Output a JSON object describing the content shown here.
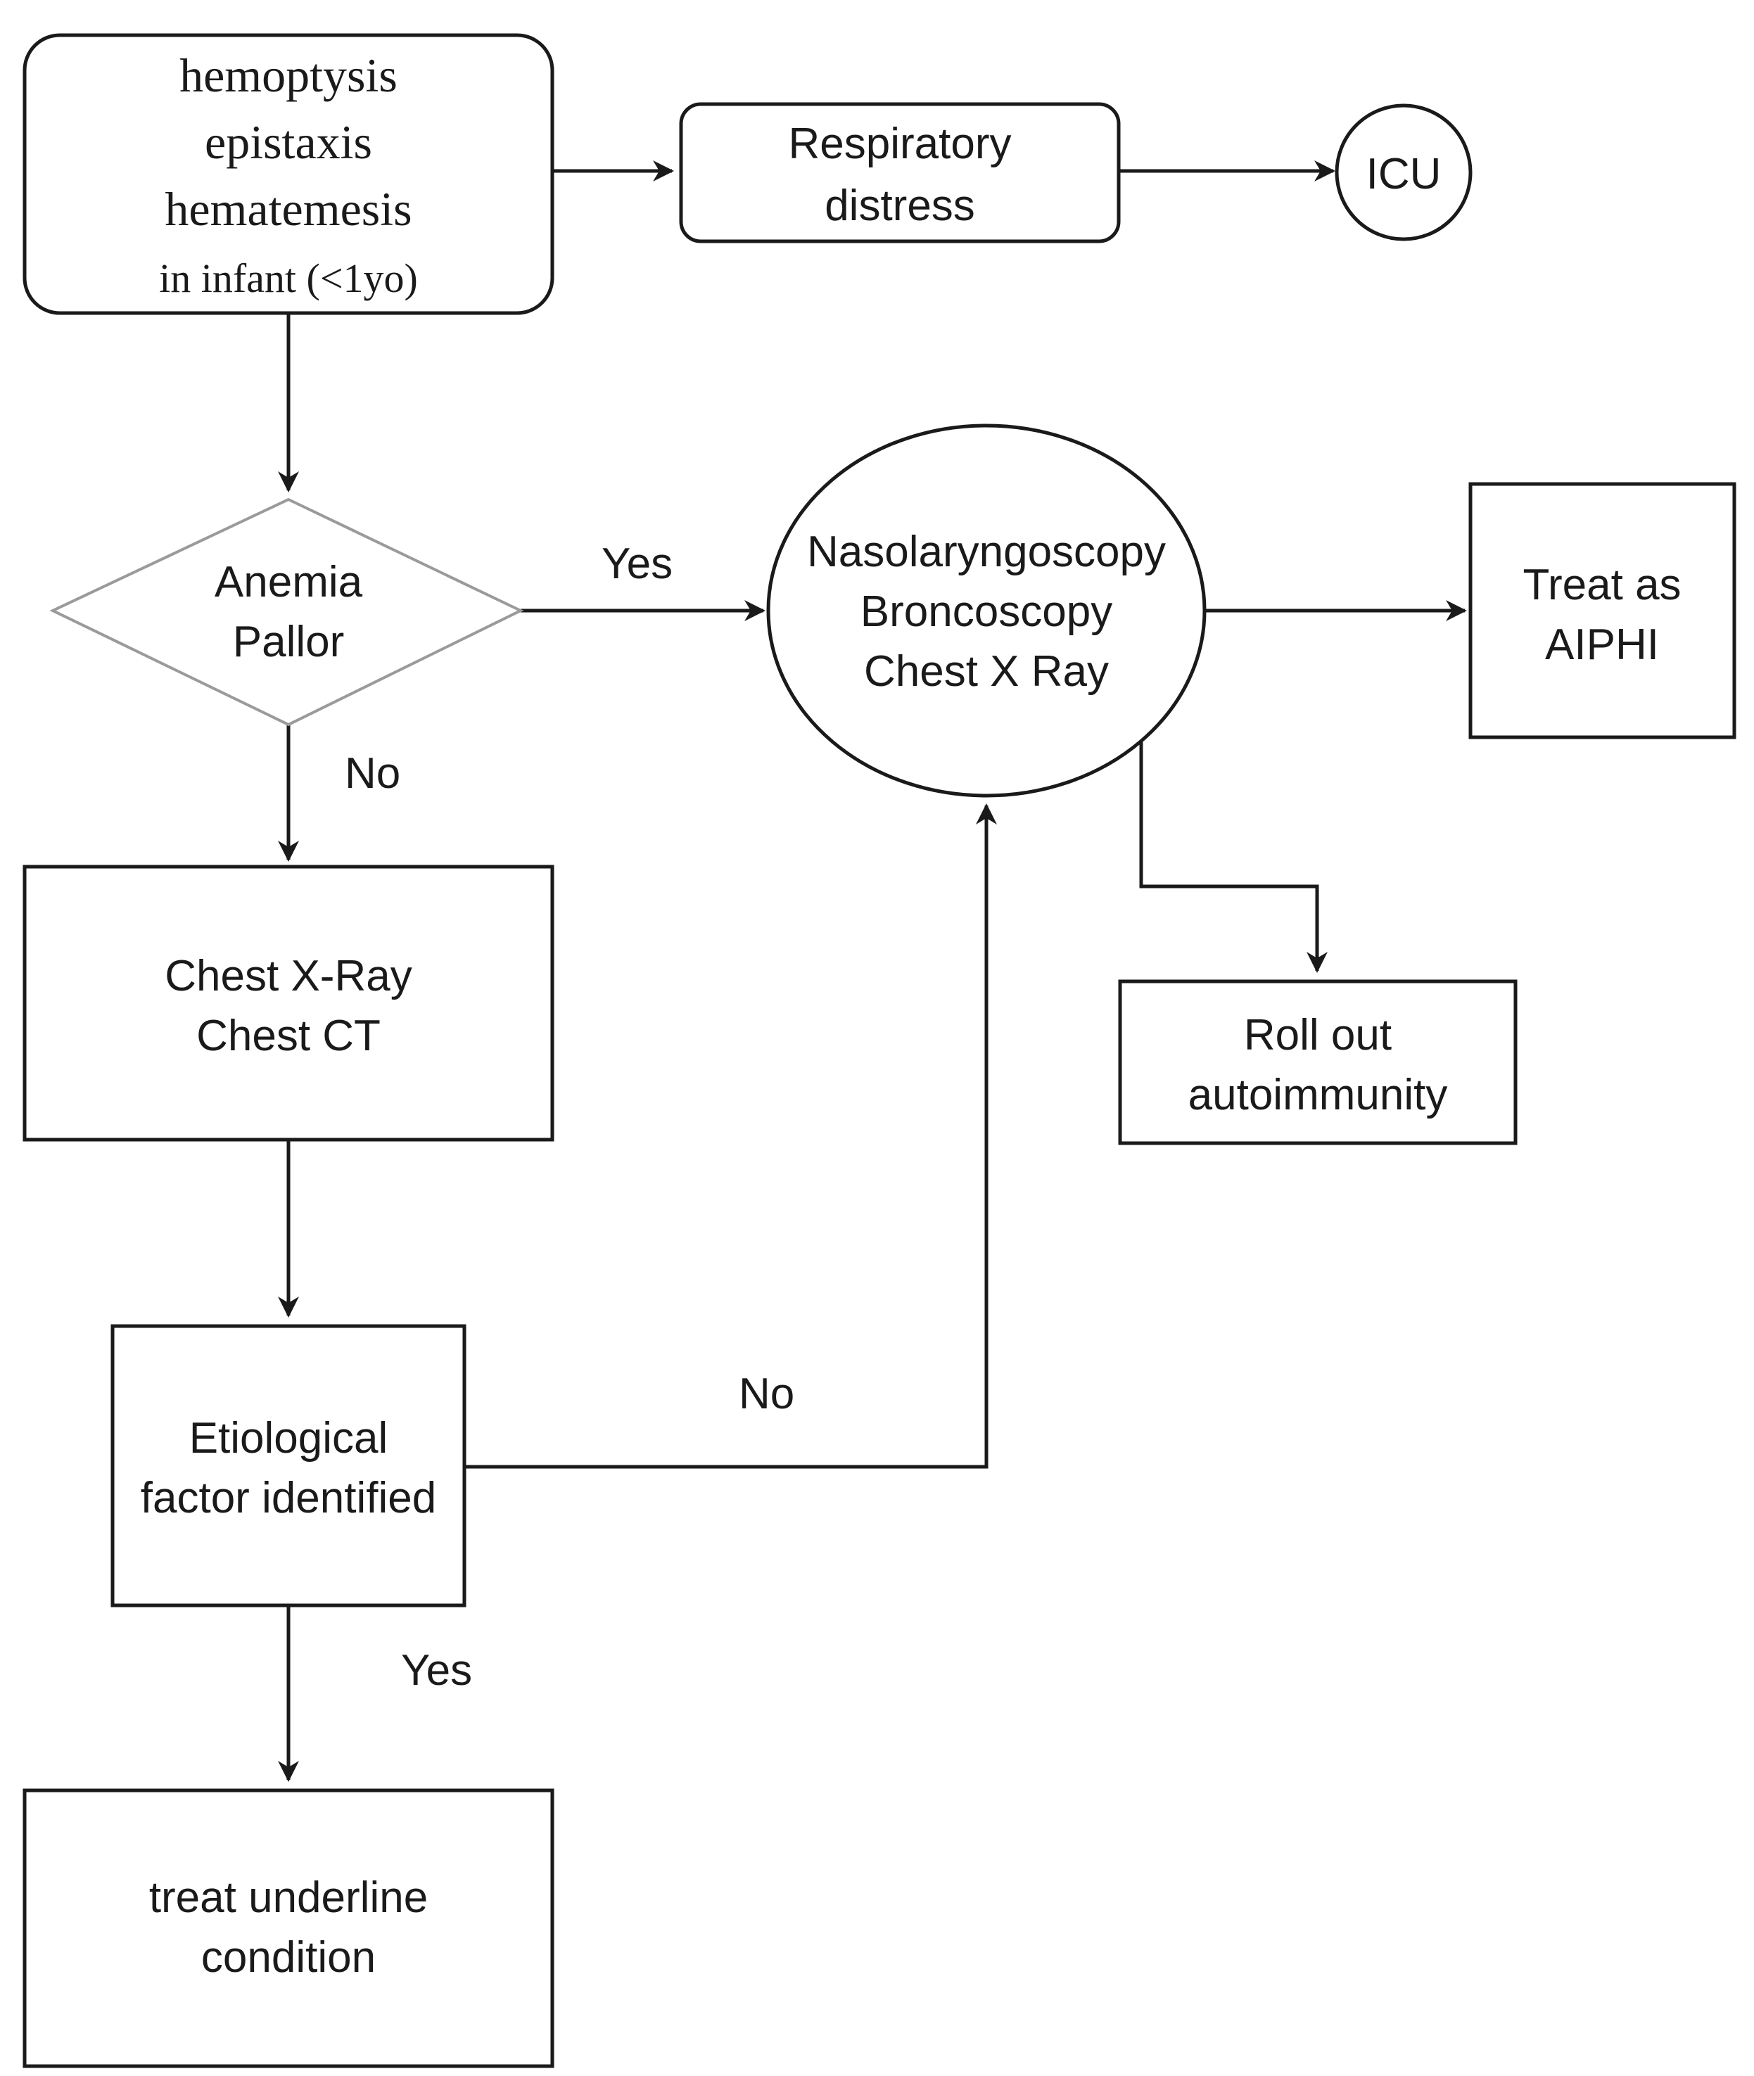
{
  "nodes": {
    "symptoms": {
      "lines": [
        "hemoptysis",
        "epistaxis",
        "hematemesis",
        "in infant (<1yo)"
      ]
    },
    "respiratory": {
      "lines": [
        "Respiratory",
        "distress"
      ]
    },
    "icu": {
      "lines": [
        "ICU"
      ]
    },
    "anemia": {
      "lines": [
        "Anemia",
        "Pallor"
      ]
    },
    "endoscopy": {
      "lines": [
        "Nasolaryngoscopy",
        "Broncoscopy",
        "Chest X Ray"
      ]
    },
    "aiphi": {
      "lines": [
        "Treat as",
        "AIPHI"
      ]
    },
    "imaging": {
      "lines": [
        "Chest X-Ray",
        "Chest CT"
      ]
    },
    "autoimmunity": {
      "lines": [
        "Roll out",
        "autoimmunity"
      ]
    },
    "etiology": {
      "lines": [
        "Etiological",
        "factor identified"
      ]
    },
    "treat": {
      "lines": [
        "treat underline",
        "condition"
      ]
    }
  },
  "edge_labels": {
    "anemia_yes": "Yes",
    "anemia_no": "No",
    "etiology_no": "No",
    "etiology_yes": "Yes"
  }
}
